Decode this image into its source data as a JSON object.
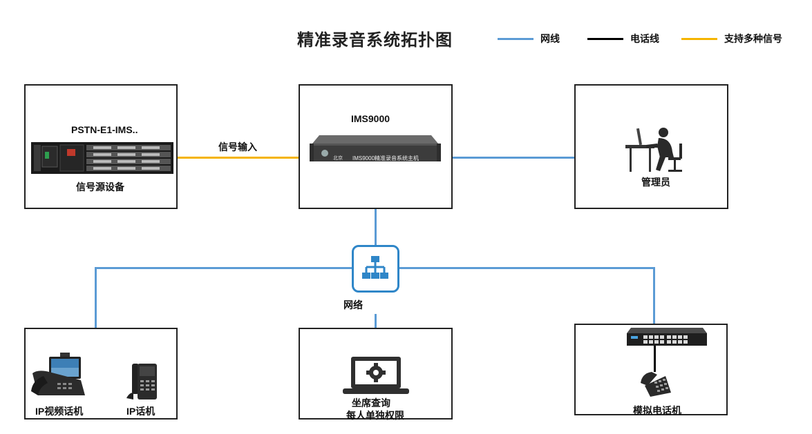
{
  "title": "精准录音系统拓扑图",
  "legend": [
    {
      "label": "网线",
      "color": "#5b9bd5"
    },
    {
      "label": "电话线",
      "color": "#000000"
    },
    {
      "label": "支持多种信号",
      "color": "#f5b400"
    }
  ],
  "nodes": {
    "source": {
      "model": "PSTN-E1-IMS..",
      "label": "信号源设备"
    },
    "host": {
      "model": "IMS9000",
      "panel_text": "IMS9000精准录音系统主机",
      "brand": "北京"
    },
    "admin": {
      "label": "管理员"
    },
    "ip_phones": {
      "video_label": "IP视频话机",
      "ip_label": "IP话机"
    },
    "agent": {
      "label_line1": "坐席查询",
      "label_line2": "每人单独权限"
    },
    "analog": {
      "label": "模拟电话机"
    }
  },
  "links": {
    "signal_input": "信号输入"
  },
  "network_label": "网络",
  "colors": {
    "lan": "#5b9bd5",
    "phone": "#000000",
    "signal": "#f5b400",
    "switch_border": "#2f86c8"
  }
}
